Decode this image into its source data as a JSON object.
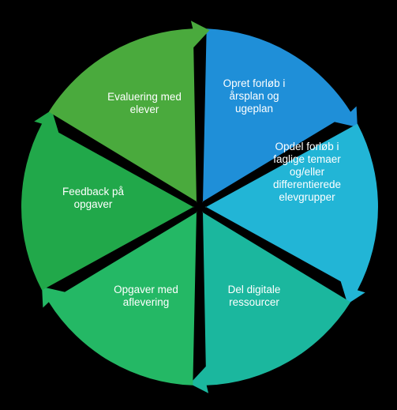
{
  "diagram": {
    "type": "cycle",
    "segments": [
      {
        "id": "opret",
        "lines": [
          "Opret forløb i",
          "årsplan og",
          "ugeplan"
        ],
        "color": "#1f8fd8"
      },
      {
        "id": "opdel",
        "lines": [
          "Opdel forløb i",
          "faglige temaer",
          "og/eller",
          "differentierede",
          "elevgrupper"
        ],
        "color": "#22b5d6"
      },
      {
        "id": "del",
        "lines": [
          "Del digitale",
          "ressourcer"
        ],
        "color": "#1bb79e"
      },
      {
        "id": "opgaver",
        "lines": [
          "Opgaver med",
          "aflevering"
        ],
        "color": "#24b865"
      },
      {
        "id": "feedback",
        "lines": [
          "Feedback på",
          "opgaver"
        ],
        "color": "#21a84a"
      },
      {
        "id": "evaluering",
        "lines": [
          "Evaluering med",
          "elever"
        ],
        "color": "#4aaa3d"
      }
    ]
  }
}
